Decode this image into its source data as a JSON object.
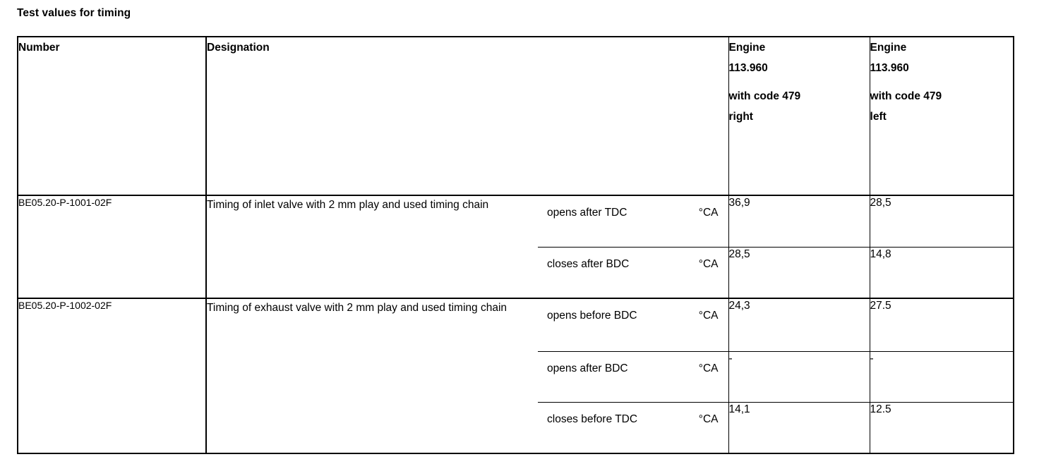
{
  "document": {
    "title": "Test values for timing"
  },
  "table": {
    "columns": {
      "number": "Number",
      "designation": "Designation",
      "engine_right": {
        "line1": "Engine",
        "line2": "113.960",
        "line3": "with code 479",
        "line4": "right"
      },
      "engine_left": {
        "line1": "Engine",
        "line2": "113.960",
        "line3": "with code 479",
        "line4": "left"
      }
    },
    "groups": [
      {
        "number": "BE05.20-P-1001-02F",
        "designation": "Timing of inlet valve with 2 mm play and used timing chain",
        "measurements": [
          {
            "label": "opens after TDC",
            "unit": "°CA",
            "engine_right": "36,9",
            "engine_left": "28,5"
          },
          {
            "label": "closes after BDC",
            "unit": "°CA",
            "engine_right": "28,5",
            "engine_left": "14,8"
          }
        ]
      },
      {
        "number": "BE05.20-P-1002-02F",
        "designation": "Timing of exhaust valve with 2 mm play and used timing chain",
        "measurements": [
          {
            "label": "opens before BDC",
            "unit": "°CA",
            "engine_right": "24,3",
            "engine_left": "27.5"
          },
          {
            "label": "opens after BDC",
            "unit": "°CA",
            "engine_right": "-",
            "engine_left": "-"
          },
          {
            "label": "closes before TDC",
            "unit": "°CA",
            "engine_right": "14,1",
            "engine_left": "12.5"
          }
        ]
      }
    ]
  }
}
